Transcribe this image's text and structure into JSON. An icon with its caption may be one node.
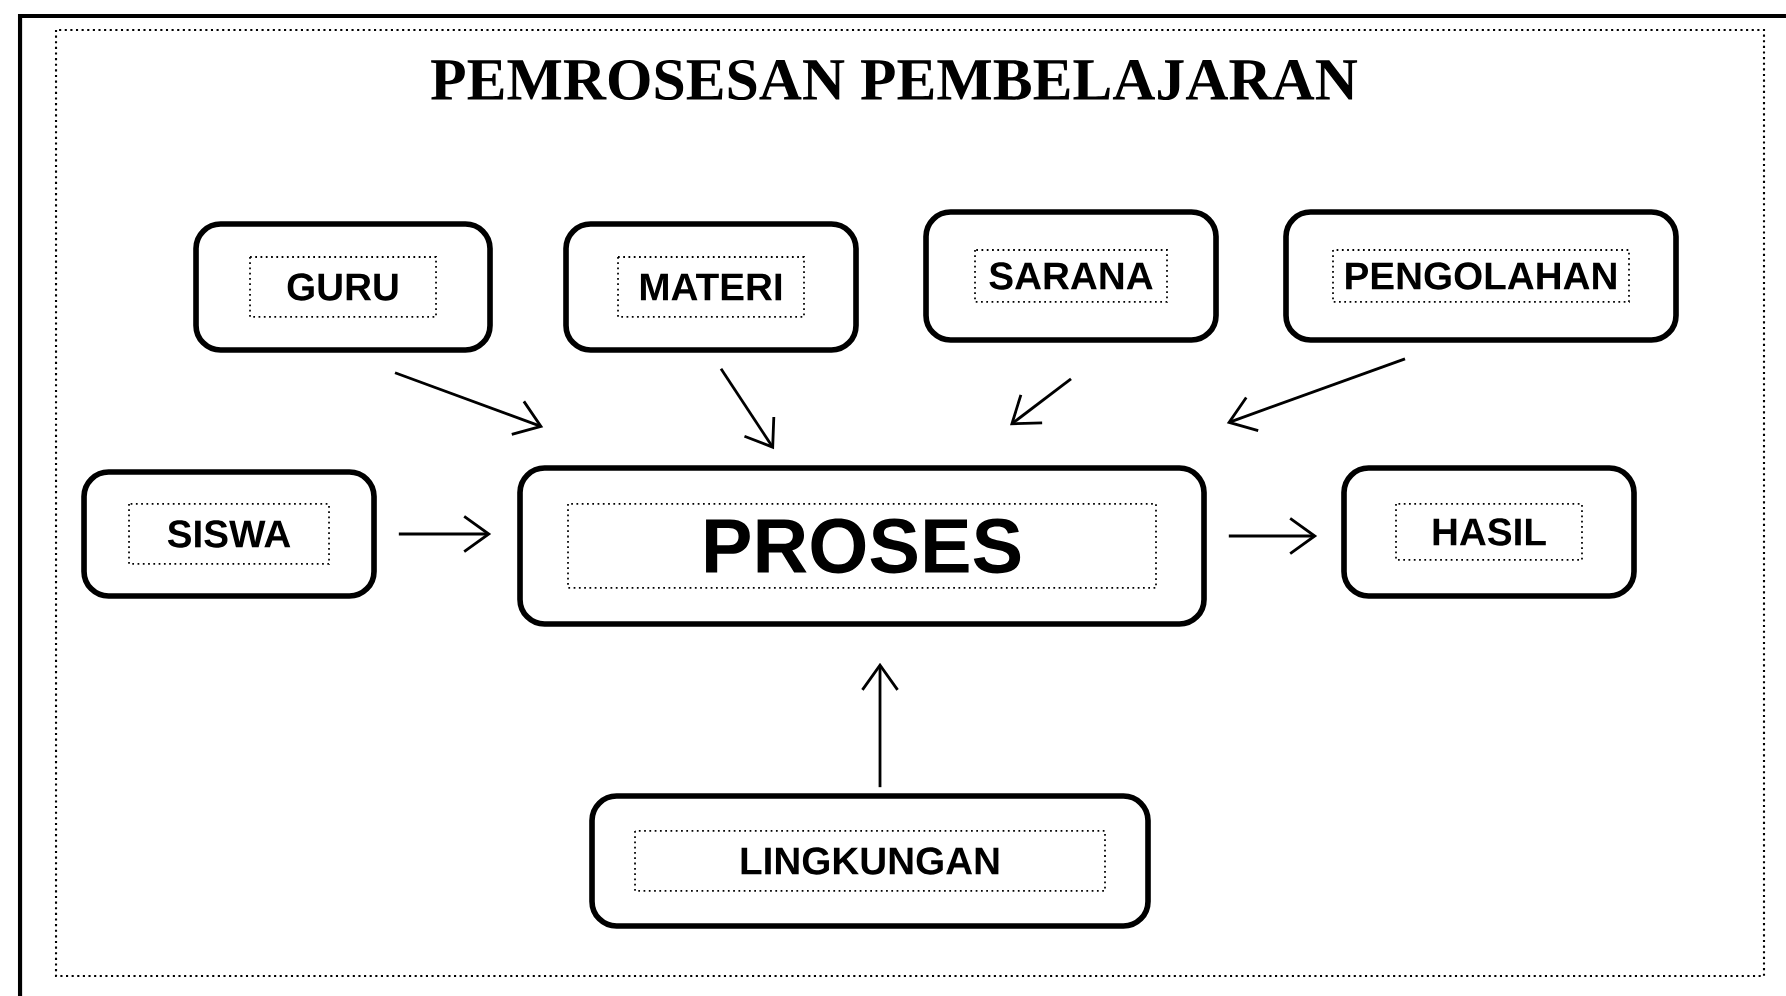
{
  "diagram": {
    "title": "PEMROSESAN PEMBELAJARAN",
    "nodes": [
      {
        "text": [
          "GURU"
        ]
      },
      {
        "text": [
          "MATERI"
        ]
      },
      {
        "text": [
          "SARANA"
        ]
      },
      {
        "text": [
          "PENGOLAHAN"
        ]
      },
      {
        "text": [
          "SISWA"
        ]
      },
      {
        "text": [
          "PROSES"
        ]
      },
      {
        "text": [
          "HASIL"
        ]
      },
      {
        "text": [
          "LINGKUNGAN"
        ]
      }
    ],
    "edges": [
      {
        "from": 0,
        "to": 5,
        "arrow": "to"
      },
      {
        "from": 1,
        "to": 5,
        "arrow": "to"
      },
      {
        "from": 2,
        "to": 5,
        "arrow": "to"
      },
      {
        "from": 3,
        "to": 5,
        "arrow": "to"
      },
      {
        "from": 4,
        "to": 5,
        "arrow": "to"
      },
      {
        "from": 5,
        "to": 6,
        "arrow": "to"
      },
      {
        "from": 7,
        "to": 5,
        "arrow": "to"
      }
    ]
  }
}
